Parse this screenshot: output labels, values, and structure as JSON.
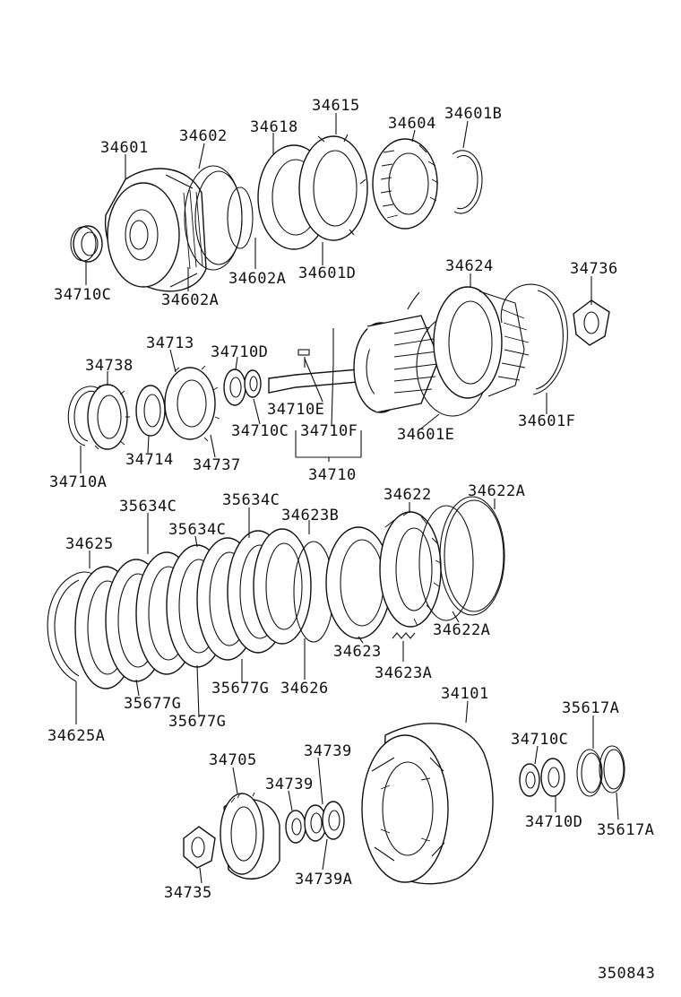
{
  "diagram": {
    "labels": {
      "p34601": "34601",
      "p34602": "34602",
      "p34618": "34618",
      "p34615": "34615",
      "p34604": "34604",
      "p34601B": "34601B",
      "p34710C_a": "34710C",
      "p34602A_a": "34602A",
      "p34602A_b": "34602A",
      "p34601D": "34601D",
      "p34624": "34624",
      "p34736": "34736",
      "p34713": "34713",
      "p34738": "34738",
      "p34710D_a": "34710D",
      "p34710E": "34710E",
      "p34710C_b": "34710C",
      "p34710F": "34710F",
      "p34601E": "34601E",
      "p34601F": "34601F",
      "p34710A": "34710A",
      "p34714": "34714",
      "p34737": "34737",
      "p34710": "34710",
      "p35634C_a": "35634C",
      "p35634C_b": "35634C",
      "p35634C_c": "35634C",
      "p34623B": "34623B",
      "p34622": "34622",
      "p34622A_a": "34622A",
      "p34625": "34625",
      "p34622A_b": "34622A",
      "p34623": "34623",
      "p34623A": "34623A",
      "p35677G_a": "35677G",
      "p35677G_b": "35677G",
      "p35677G_c": "35677G",
      "p34626": "34626",
      "p34625A": "34625A",
      "p34101": "34101",
      "p35617A_a": "35617A",
      "p34710C_c": "34710C",
      "p34705": "34705",
      "p34739_a": "34739",
      "p34739_b": "34739",
      "p34710D_b": "34710D",
      "p35617A_b": "35617A",
      "p34739A": "34739A",
      "p34735": "34735",
      "figure_id": "350843"
    }
  }
}
